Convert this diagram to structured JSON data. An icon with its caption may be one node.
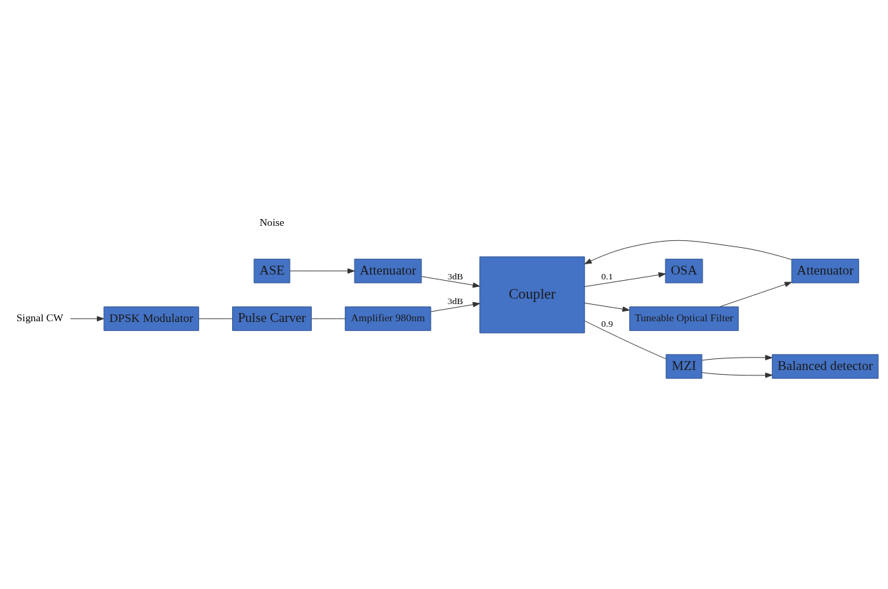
{
  "diagram": {
    "nodes": [
      {
        "text": [
          "ASE"
        ]
      },
      {
        "text": [
          "Attenuator"
        ]
      },
      {
        "text": [
          "Signal CW"
        ]
      },
      {
        "text": [
          "DPSK Modulator"
        ]
      },
      {
        "text": [
          "Pulse Carver"
        ]
      },
      {
        "text": [
          "Amplifier 980nm"
        ]
      },
      {
        "text": [
          "Tuneable Optical Filter"
        ]
      },
      {
        "text": [
          "Coupler"
        ]
      },
      {
        "text": [
          "OSA"
        ]
      },
      {
        "text": [
          "Attenuator"
        ]
      },
      {
        "text": [
          "Balanced detector"
        ]
      },
      {
        "text": [
          "MZI"
        ]
      }
    ],
    "edges": [
      {
        "from": 0,
        "to": 1,
        "arrow": "to"
      },
      {
        "from": 1,
        "to": 7,
        "arrow": "to",
        "label": "3dB"
      },
      {
        "from": 2,
        "to": 3,
        "arrow": "to"
      },
      {
        "from": 3,
        "to": 4,
        "arrow": "none"
      },
      {
        "from": 4,
        "to": 5,
        "arrow": "none"
      },
      {
        "from": 5,
        "to": 7,
        "arrow": "to",
        "label": "3dB"
      },
      {
        "from": 7,
        "to": 6,
        "arrow": "to"
      },
      {
        "from": 6,
        "to": 9,
        "arrow": "to"
      },
      {
        "from": 9,
        "to": 7,
        "arrow": "to"
      },
      {
        "from": 7,
        "to": 8,
        "arrow": "to",
        "label": "0.1"
      },
      {
        "from": 7,
        "to": 11,
        "arrow": "none",
        "label": "0.9"
      },
      {
        "from": 11,
        "to": 10,
        "arrow": "to"
      },
      {
        "from": 11,
        "to": 10,
        "arrow": "to"
      }
    ],
    "labels": [
      "Noise"
    ]
  }
}
